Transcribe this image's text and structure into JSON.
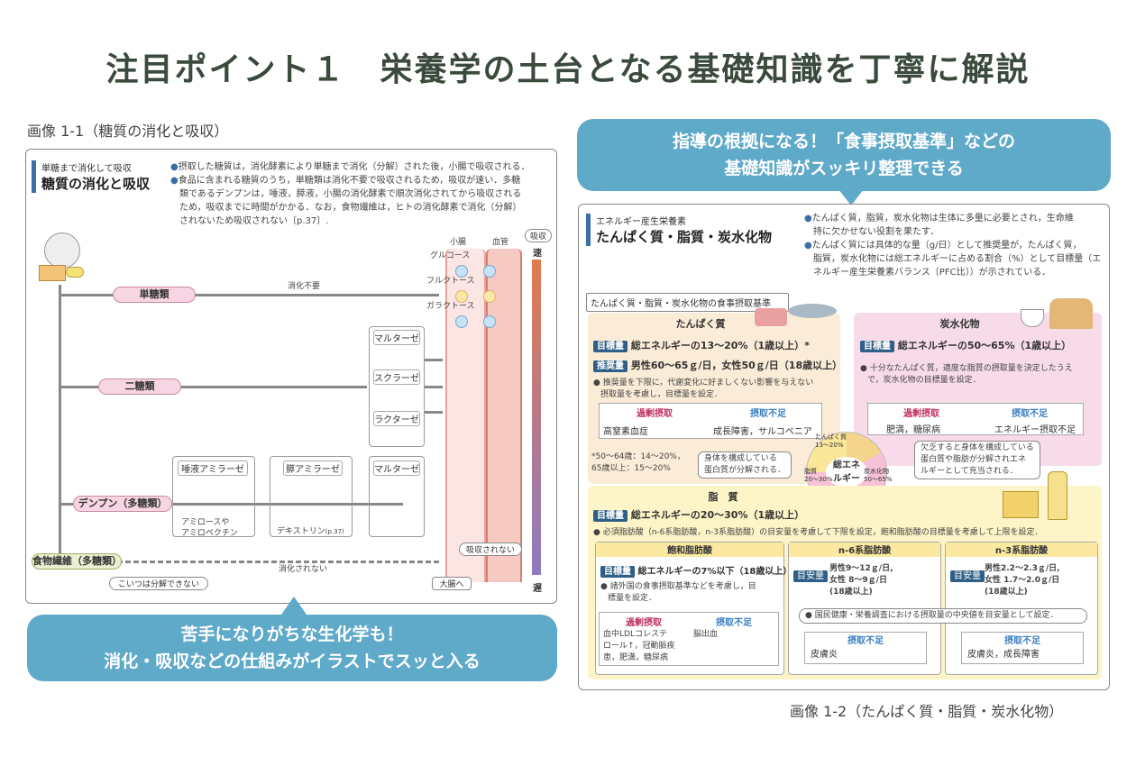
{
  "page_title": "注目ポイント１　栄養学の土台となる基礎知識を丁寧に解説",
  "left": {
    "caption": "画像 1-1（糖質の消化と吸収）",
    "sub_heading": "単糖まで消化して吸収",
    "heading": "糖質の消化と吸収",
    "bullet1": "摂取した糖質は，消化酵素により単糖まで消化（分解）された後，小腸で吸収される．",
    "bullet2_l1": "食品に含まれる糖質のうち，単糖類は消化不要で吸収されるため，吸収が速い．多糖",
    "bullet2_l2": "類であるデンプンは，唾液，膵液，小腸の消化酵素で順次消化されてから吸収される",
    "bullet2_l3": "ため，吸収までに時間がかかる．なお，食物繊維は，ヒトの消化酵素で消化（分解）",
    "bullet2_l4": "されないため吸収されない〔p.37〕.",
    "col_small_intestine": "小腸",
    "col_blood": "血管",
    "absorb_label": "吸収",
    "fast": "速",
    "slow": "遅",
    "monosaccharide": "単糖類",
    "no_digestion": "消化不要",
    "glucose": "グルコース",
    "fructose": "フルクトース",
    "galactose": "ガラクトース",
    "disaccharide": "二糖類",
    "maltase": "マルターゼ",
    "sucrase": "スクラーゼ",
    "lactase": "ラクターゼ",
    "starch": "デンプン（多糖類）",
    "salivary_amylase": "唾液アミラーゼ",
    "pancreatic_amylase": "膵アミラーゼ",
    "maltase2": "マルターゼ",
    "amylose": "アミロースや",
    "amylopectin": "アミロペクチン",
    "dextrin": "デキストリン",
    "dextrin_ref": "(p.37)",
    "fiber": "食物繊維（多糖類）",
    "not_digested": "消化されない",
    "not_absorbed": "吸収されない",
    "to_large_intestine": "大腸へ",
    "cannot_break": "こいつは分解できない",
    "bubble_l1": "苦手になりがちな生化学も！",
    "bubble_l2": "消化・吸収などの仕組みがイラストでスッと入る"
  },
  "right": {
    "caption": "画像 1-2（たんぱく質・脂質・炭水化物）",
    "bubble_l1": "指導の根拠になる！「食事摂取基準」などの",
    "bubble_l2": "基礎知識がスッキリ整理できる",
    "sub_heading": "エネルギー産生栄養素",
    "heading": "たんぱく質・脂質・炭水化物",
    "bullet1_l1": "たんぱく質，脂質，炭水化物は生体に多量に必要とされ，生命維",
    "bullet1_l2": "持に欠かせない役割を果たす．",
    "bullet2_l1": "たんぱく質には具体的な量（g/日）として推奨量が，たんぱく質，",
    "bullet2_l2": "脂質，炭水化物には総エネルギーに占める割合（%）として目標量（エ",
    "bullet2_l3": "ネルギー産生栄養素バランス〔PFC比〕）が示されている．",
    "section_label": "たんぱく質・脂質・炭水化物の食事摂取基準",
    "protein": {
      "title": "たんぱく質",
      "target_tag": "目標量",
      "target": "総エネルギーの13～20%（1歳以上）*",
      "rec_tag": "推奨量",
      "rec": "男性60～65ｇ/日，女性50ｇ/日（18歳以上）",
      "note_l1": "推奨量を下限に，代謝変化に好ましくない影響を与えない",
      "note_l2": "摂取量を考慮し，目標量を設定．",
      "excess": "過剰摂取",
      "deficit": "摂取不足",
      "excess_val": "高窒素血症",
      "deficit_val": "成長障害，サルコペニア",
      "foot_l1": "*50～64歳：14～20%，",
      "foot_l2": "65歳以上：15～20%",
      "callout_l1": "身体を構成している",
      "callout_l2": "蛋白質が分解される．"
    },
    "carb": {
      "title": "炭水化物",
      "target_tag": "目標量",
      "target": "総エネルギーの50～65%（1歳以上）",
      "note_l1": "十分なたんぱく質，適度な脂質の摂取量を決定したうえ",
      "note_l2": "で，炭水化物の目標量を設定．",
      "excess": "過剰摂取",
      "deficit": "摂取不足",
      "excess_val": "肥満，糖尿病",
      "deficit_val": "エネルギー摂取不足",
      "callout_l1": "欠乏すると身体を構成している",
      "callout_l2": "蛋白質や脂肪が分解されエネ",
      "callout_l3": "ルギーとして充当される．"
    },
    "pie": {
      "center_l1": "総エネ",
      "center_l2": "ルギー",
      "protein_label": "たんぱく質",
      "protein_val": "13～20%",
      "fat_label": "脂質",
      "fat_val": "20～30%",
      "carb_label": "炭水化物",
      "carb_val": "50～65%"
    },
    "fat": {
      "title": "脂　質",
      "target_tag": "目標量",
      "target": "総エネルギーの20～30%（1歳以上）",
      "note": "必須脂肪酸（n-6系脂肪酸，n-3系脂肪酸）の目安量を考慮して下限を設定，飽和脂肪酸の目標量を考慮して上限を設定．",
      "sat": {
        "title": "飽和脂肪酸",
        "tag": "目標量",
        "val": "総エネルギーの7%以下（18歳以上）",
        "note_l1": "諸外国の食事摂取基準などを考慮し，目",
        "note_l2": "標量を設定．",
        "excess": "過剰摂取",
        "deficit": "摂取不足",
        "excess_val_l1": "血中LDLコレステ",
        "excess_val_l2": "ロール↑，冠動脈疾",
        "excess_val_l3": "患，肥満，糖尿病",
        "deficit_val": "脳出血"
      },
      "n6": {
        "title": "n-6系脂肪酸",
        "tag": "目安量",
        "l1": "男性9～12ｇ/日,",
        "l2": "女性 8～9ｇ/日",
        "l3": "(18歳以上)",
        "deficit": "摂取不足",
        "deficit_val": "皮膚炎"
      },
      "n3": {
        "title": "n-3系脂肪酸",
        "tag": "目安量",
        "l1": "男性2.2～2.3ｇ/日,",
        "l2": "女性 1.7～2.0ｇ/日",
        "l3": "(18歳以上)",
        "deficit": "摂取不足",
        "deficit_val": "皮膚炎，成長障害"
      },
      "shared_note": "国民健康・栄養調査における摂取量の中央値を目安量として設定．"
    }
  }
}
